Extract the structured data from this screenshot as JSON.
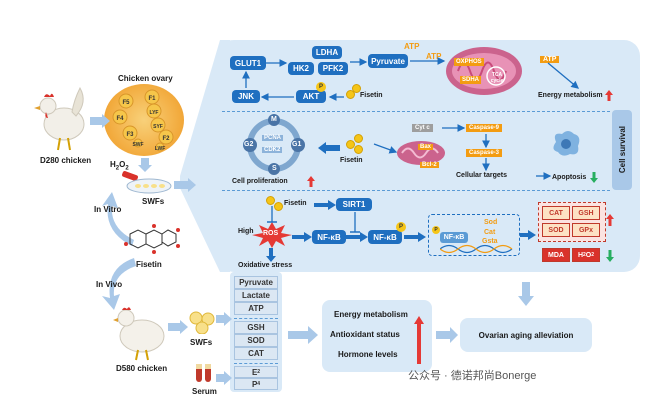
{
  "left": {
    "ovary_title": "Chicken ovary",
    "d280": "D280 chicken",
    "h2o2": "H",
    "h2o2_sub": "2",
    "h2o2_o": "O",
    "h2o2_sub2": "2",
    "swfs_top": "SWFs",
    "in_vitro": "In Vitro",
    "fisetin": "Fisetin",
    "in_vivo": "In Vivo",
    "d580": "D580 chicken",
    "swfs_bottom": "SWFs",
    "serum": "Serum",
    "follicles": [
      "F5",
      "F1",
      "F4",
      "LYF",
      "F3",
      "SYF",
      "F2",
      "SWF",
      "LWF"
    ]
  },
  "metrics": {
    "group1": [
      "Pyruvate",
      "Lactate",
      "ATP"
    ],
    "group2": [
      "GSH",
      "SOD",
      "CAT"
    ],
    "group3": [
      "E",
      "P"
    ],
    "group3_subs": [
      "2",
      "4"
    ]
  },
  "bottom": {
    "box_lines": [
      "Energy metabolism",
      "Antioxidant status",
      "Hormone levels"
    ],
    "result": "Ovarian aging alleviation"
  },
  "panel": {
    "side_label": "Cell survival",
    "energy": {
      "glut1": "GLUT1",
      "ldha": "LDHA",
      "hk2": "HK2",
      "pfk2": "PFK2",
      "pyruvate": "Pyruvate",
      "atp1": "ATP",
      "atp2": "ATP",
      "oxphos": "OXPHOS",
      "sdha": "SDHA",
      "tca": "TCA cycle",
      "atp3": "ATP",
      "jnk": "JNK",
      "akt": "AKT",
      "p": "P",
      "fisetin": "Fisetin",
      "outcome": "Energy metabolism"
    },
    "prolif": {
      "m": "M",
      "g2": "G2",
      "g1": "G1",
      "s": "S",
      "pcna": "PCNA",
      "cdk2": "CDK2",
      "outcome": "Cell proliferation",
      "fisetin": "Fisetin",
      "cytc": "Cyt c",
      "bax": "Bax",
      "bcl2": "Bcl-2",
      "casp9": "Caspase-9",
      "casp3": "Caspase-3",
      "targets": "Cellular targets",
      "apoptosis": "Apoptosis"
    },
    "stress": {
      "fisetin": "Fisetin",
      "sirt1": "SIRT1",
      "high": "High",
      "ros": "ROS",
      "nfkb1": "NF-κB",
      "nfkb2": "NF-κB",
      "nfkb3": "NF-κB",
      "sod": "Sod",
      "cat": "Cat",
      "gsta": "Gsta",
      "outcome": "Oxidative stress",
      "p": "P",
      "grid": [
        "CAT",
        "GSH",
        "SOD",
        "GPx"
      ],
      "mda": "MDA",
      "h2o2": "H",
      "h2o2_sub": "2",
      "h2o2_o": "O",
      "h2o2_sub2": "2"
    }
  },
  "watermark": "公众号 · 德诺邦尚Bonerge",
  "colors": {
    "primary": "#1f6fc0",
    "panel": "#d9e9f7",
    "up": "#e53935",
    "down": "#27ae60",
    "orange": "#f39c12"
  }
}
